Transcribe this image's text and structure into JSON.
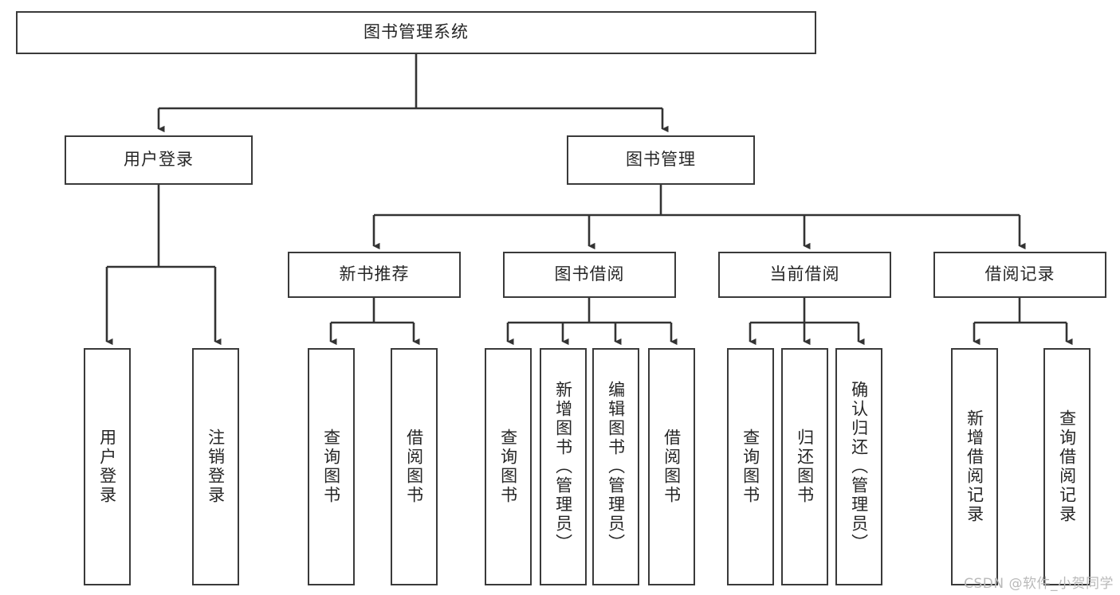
{
  "diagram": {
    "type": "tree",
    "title": "图书管理系统",
    "watermark": "CSDN @软件_小贺同学",
    "colors": {
      "box_border": "#3a3a3a",
      "box_fill": "#ffffff",
      "edge": "#333333",
      "text": "#262626",
      "watermark": "#b9b9b9",
      "background": "#ffffff"
    },
    "nodes": {
      "root": {
        "label": "图书管理系统"
      },
      "level1": [
        {
          "id": "user-login",
          "label": "用户登录"
        },
        {
          "id": "book-management",
          "label": "图书管理"
        }
      ],
      "level2": [
        {
          "id": "new-book-recommend",
          "label": "新书推荐"
        },
        {
          "id": "book-borrow",
          "label": "图书借阅"
        },
        {
          "id": "current-borrow",
          "label": "当前借阅"
        },
        {
          "id": "borrow-record",
          "label": "借阅记录"
        }
      ],
      "leaves": {
        "user-login": [
          {
            "id": "leaf-user-login",
            "label": "用户登录"
          },
          {
            "id": "leaf-logout-login",
            "label": "注销登录"
          }
        ],
        "new-book-recommend": [
          {
            "id": "leaf-query-book-1",
            "label": "查询图书"
          },
          {
            "id": "leaf-borrow-book-1",
            "label": "借阅图书"
          }
        ],
        "book-borrow": [
          {
            "id": "leaf-query-book-2",
            "label": "查询图书"
          },
          {
            "id": "leaf-add-book",
            "label": "新增图书（管理员）"
          },
          {
            "id": "leaf-edit-book",
            "label": "编辑图书（管理员）"
          },
          {
            "id": "leaf-borrow-book-2",
            "label": "借阅图书"
          }
        ],
        "current-borrow": [
          {
            "id": "leaf-query-book-3",
            "label": "查询图书"
          },
          {
            "id": "leaf-return-book",
            "label": "归还图书"
          },
          {
            "id": "leaf-confirm-return",
            "label": "确认归还（管理员）"
          }
        ],
        "borrow-record": [
          {
            "id": "leaf-add-record",
            "label": "新增借阅记录"
          },
          {
            "id": "leaf-query-record",
            "label": "查询借阅记录"
          }
        ]
      }
    },
    "edges": [
      {
        "from": "图书管理系统",
        "to": "用户登录"
      },
      {
        "from": "图书管理系统",
        "to": "图书管理"
      },
      {
        "from": "用户登录",
        "to": "用户登录"
      },
      {
        "from": "用户登录",
        "to": "注销登录"
      },
      {
        "from": "图书管理",
        "to": "新书推荐"
      },
      {
        "from": "图书管理",
        "to": "图书借阅"
      },
      {
        "from": "图书管理",
        "to": "当前借阅"
      },
      {
        "from": "图书管理",
        "to": "借阅记录"
      },
      {
        "from": "新书推荐",
        "to": "查询图书"
      },
      {
        "from": "新书推荐",
        "to": "借阅图书"
      },
      {
        "from": "图书借阅",
        "to": "查询图书"
      },
      {
        "from": "图书借阅",
        "to": "新增图书（管理员）"
      },
      {
        "from": "图书借阅",
        "to": "编辑图书（管理员）"
      },
      {
        "from": "图书借阅",
        "to": "借阅图书"
      },
      {
        "from": "当前借阅",
        "to": "查询图书"
      },
      {
        "from": "当前借阅",
        "to": "归还图书"
      },
      {
        "from": "当前借阅",
        "to": "确认归还（管理员）"
      },
      {
        "from": "借阅记录",
        "to": "新增借阅记录"
      },
      {
        "from": "借阅记录",
        "to": "查询借阅记录"
      }
    ]
  }
}
